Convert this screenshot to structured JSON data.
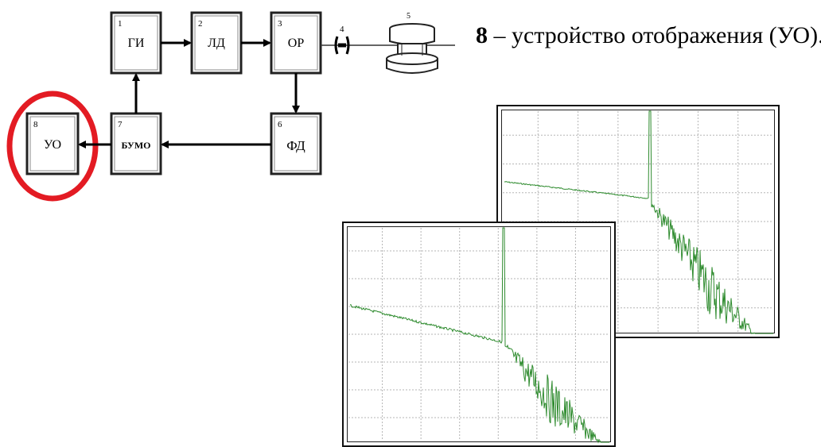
{
  "diagram": {
    "blocks": [
      {
        "num": "1",
        "label": "ГИ"
      },
      {
        "num": "2",
        "label": "ЛД"
      },
      {
        "num": "3",
        "label": "ОР"
      },
      {
        "num": "6",
        "label": "ФД"
      },
      {
        "num": "7",
        "label": "БУМО"
      },
      {
        "num": "8",
        "label": "УО"
      }
    ],
    "connector_num": "4",
    "object_num": "5",
    "highlight_color": "#e31b23"
  },
  "caption": {
    "number": "8",
    "text": " – устройство отображения (УО)."
  },
  "scope_trace_color": "#2e8b2e"
}
